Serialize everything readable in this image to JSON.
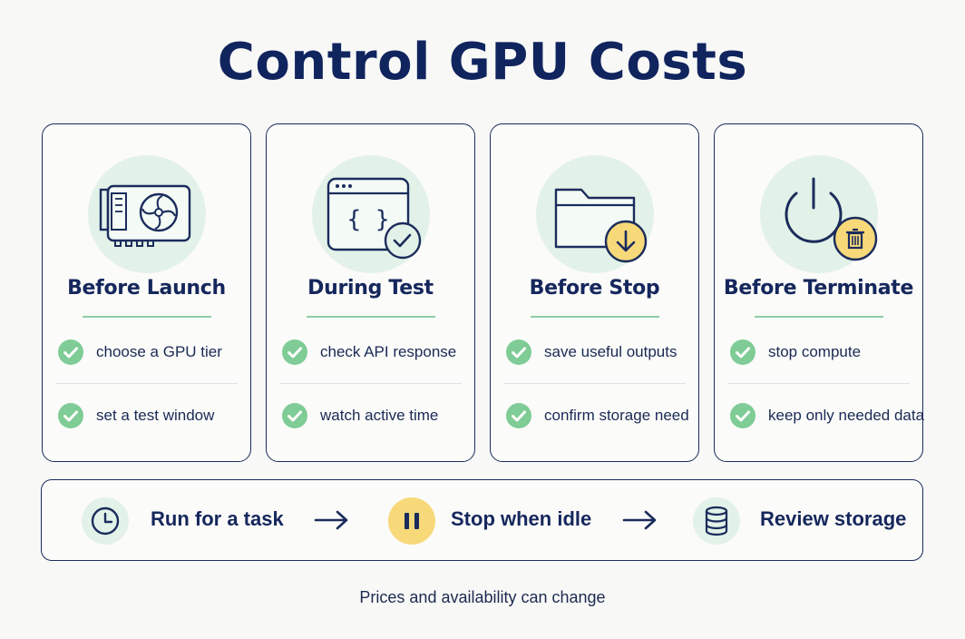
{
  "title": "Control GPU Costs",
  "colors": {
    "navy": "#10245e",
    "mint_circle": "#e3f2e8",
    "check_green": "#7fcc96",
    "accent_yellow": "#f7d97a"
  },
  "cards": [
    {
      "title": "Before Launch",
      "icon": "gpu-card-icon",
      "items": [
        "choose a GPU tier",
        "set a test window"
      ]
    },
    {
      "title": "During Test",
      "icon": "code-window-check-icon",
      "items": [
        "check API response",
        "watch active time"
      ]
    },
    {
      "title": "Before Stop",
      "icon": "folder-download-icon",
      "items": [
        "save useful outputs",
        "confirm storage need"
      ]
    },
    {
      "title": "Before Terminate",
      "icon": "power-trash-icon",
      "items": [
        "stop compute",
        "keep only needed data"
      ]
    }
  ],
  "flow": [
    {
      "label": "Run for a task",
      "icon": "clock-icon"
    },
    {
      "label": "Stop when idle",
      "icon": "pause-icon"
    },
    {
      "label": "Review storage",
      "icon": "database-icon"
    }
  ],
  "footnote": "Prices and availability can change"
}
